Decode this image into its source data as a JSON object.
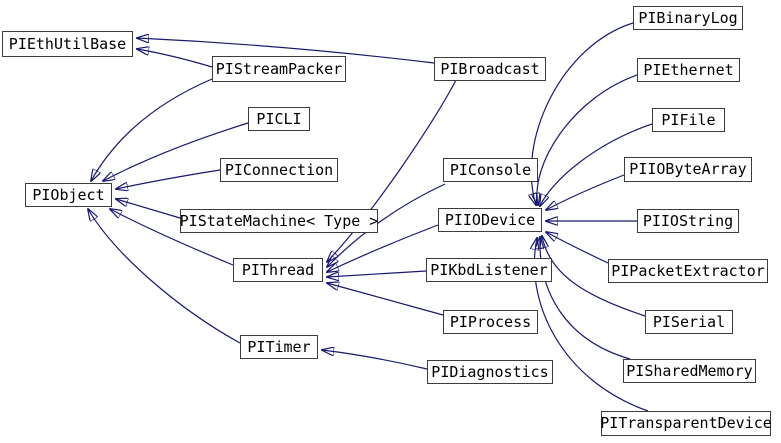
{
  "diagram": {
    "type": "class-inheritance-graph",
    "colors": {
      "background": "#ffffff",
      "edge": "#191970",
      "node_border": "#3c3c3c",
      "node_fill": "#ffffff",
      "node_text": "#000000"
    },
    "nodes": [
      {
        "id": "PIEthUtilBase",
        "label": "PIEthUtilBase"
      },
      {
        "id": "PIStreamPacker",
        "label": "PIStreamPacker"
      },
      {
        "id": "PIBroadcast",
        "label": "PIBroadcast"
      },
      {
        "id": "PIBinaryLog",
        "label": "PIBinaryLog"
      },
      {
        "id": "PIEthernet",
        "label": "PIEthernet"
      },
      {
        "id": "PICLI",
        "label": "PICLI"
      },
      {
        "id": "PIFile",
        "label": "PIFile"
      },
      {
        "id": "PIConnection",
        "label": "PIConnection"
      },
      {
        "id": "PIIOByteArray",
        "label": "PIIOByteArray"
      },
      {
        "id": "PIObject",
        "label": "PIObject"
      },
      {
        "id": "PIConsole",
        "label": "PIConsole"
      },
      {
        "id": "PIIODevice",
        "label": "PIIODevice"
      },
      {
        "id": "PIIOString",
        "label": "PIIOString"
      },
      {
        "id": "PIStateMachine",
        "label": "PIStateMachine< Type >"
      },
      {
        "id": "PIPacketExtractor",
        "label": "PIPacketExtractor"
      },
      {
        "id": "PIThread",
        "label": "PIThread"
      },
      {
        "id": "PIKbdListener",
        "label": "PIKbdListener"
      },
      {
        "id": "PISerial",
        "label": "PISerial"
      },
      {
        "id": "PIProcess",
        "label": "PIProcess"
      },
      {
        "id": "PITimer",
        "label": "PITimer"
      },
      {
        "id": "PISharedMemory",
        "label": "PISharedMemory"
      },
      {
        "id": "PIDiagnostics",
        "label": "PIDiagnostics"
      },
      {
        "id": "PITransparentDevice",
        "label": "PITransparentDevice"
      }
    ],
    "edges": [
      {
        "from": "PIStreamPacker",
        "to": "PIEthUtilBase"
      },
      {
        "from": "PIBroadcast",
        "to": "PIEthUtilBase"
      },
      {
        "from": "PIStreamPacker",
        "to": "PIObject"
      },
      {
        "from": "PICLI",
        "to": "PIObject"
      },
      {
        "from": "PIConnection",
        "to": "PIObject"
      },
      {
        "from": "PIStateMachine",
        "to": "PIObject"
      },
      {
        "from": "PIThread",
        "to": "PIObject"
      },
      {
        "from": "PITimer",
        "to": "PIObject"
      },
      {
        "from": "PIBroadcast",
        "to": "PIThread"
      },
      {
        "from": "PIConsole",
        "to": "PIThread"
      },
      {
        "from": "PIIODevice",
        "to": "PIThread"
      },
      {
        "from": "PIKbdListener",
        "to": "PIThread"
      },
      {
        "from": "PIProcess",
        "to": "PIThread"
      },
      {
        "from": "PIBinaryLog",
        "to": "PIIODevice"
      },
      {
        "from": "PIEthernet",
        "to": "PIIODevice"
      },
      {
        "from": "PIFile",
        "to": "PIIODevice"
      },
      {
        "from": "PIIOByteArray",
        "to": "PIIODevice"
      },
      {
        "from": "PIIOString",
        "to": "PIIODevice"
      },
      {
        "from": "PIPacketExtractor",
        "to": "PIIODevice"
      },
      {
        "from": "PISerial",
        "to": "PIIODevice"
      },
      {
        "from": "PISharedMemory",
        "to": "PIIODevice"
      },
      {
        "from": "PITransparentDevice",
        "to": "PIIODevice"
      },
      {
        "from": "PIDiagnostics",
        "to": "PITimer"
      }
    ]
  }
}
